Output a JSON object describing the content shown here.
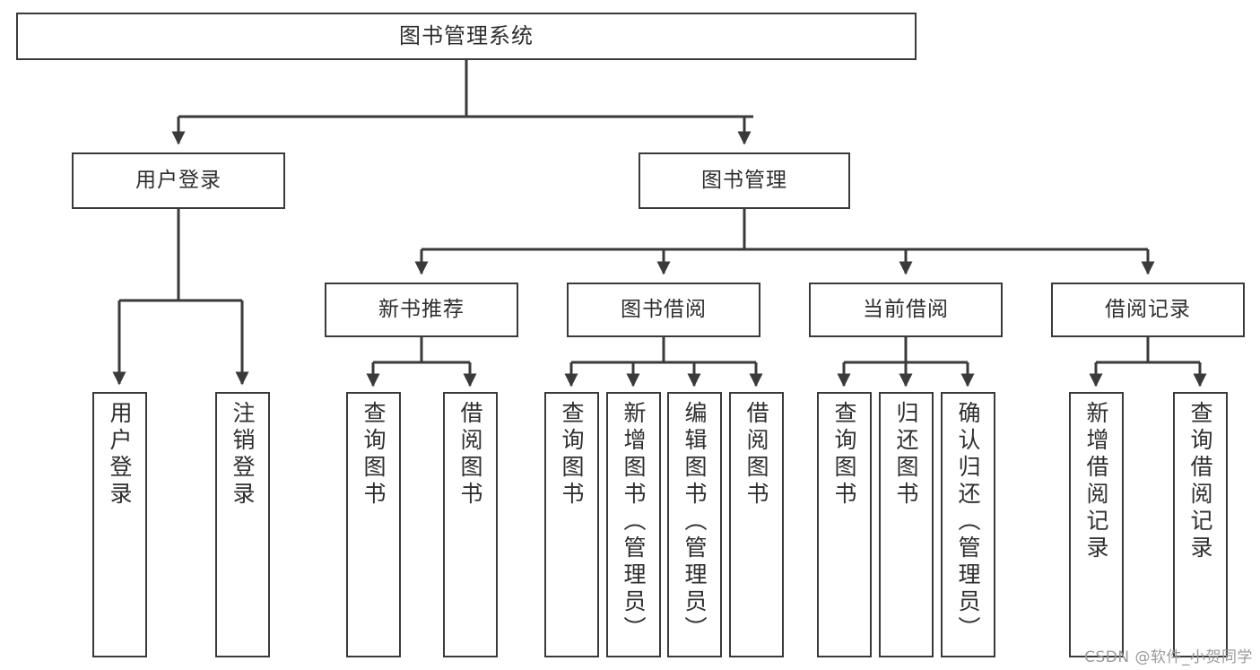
{
  "diagram": {
    "title": "图书管理系统",
    "type": "hierarchy-tree",
    "orientation": "top-down",
    "levels": 4,
    "colors": {
      "box_border": "#3a3a3a",
      "box_fill": "#ffffff",
      "connector": "#3a3a3a",
      "text": "#2e2e2e",
      "background": "#ffffff",
      "watermark": "#9a9a9a"
    }
  },
  "root": {
    "label": "图书管理系统"
  },
  "level2": [
    {
      "label": "用户登录"
    },
    {
      "label": "图书管理"
    }
  ],
  "level3": [
    {
      "label": "新书推荐"
    },
    {
      "label": "图书借阅"
    },
    {
      "label": "当前借阅"
    },
    {
      "label": "借阅记录"
    }
  ],
  "leaves": {
    "user_login": [
      {
        "label": "用户登录"
      },
      {
        "label": "注销登录"
      }
    ],
    "new_book_recommend": [
      {
        "label": "查询图书"
      },
      {
        "label": "借阅图书"
      }
    ],
    "book_borrow": [
      {
        "label": "查询图书"
      },
      {
        "label": "新增图书（管理员）"
      },
      {
        "label": "编辑图书（管理员）"
      },
      {
        "label": "借阅图书"
      }
    ],
    "current_borrow": [
      {
        "label": "查询图书"
      },
      {
        "label": "归还图书"
      },
      {
        "label": "确认归还（管理员）"
      }
    ],
    "borrow_records": [
      {
        "label": "新增借阅记录"
      },
      {
        "label": "查询借阅记录"
      }
    ]
  },
  "watermark": {
    "text": "CSDN @软件_小贺同学"
  }
}
